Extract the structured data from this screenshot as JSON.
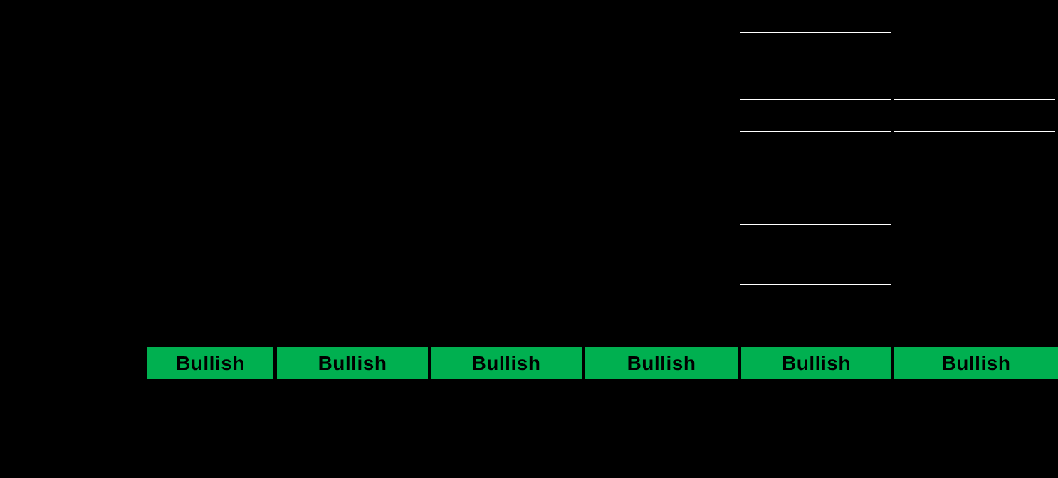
{
  "colors": {
    "background": "#000000",
    "bullish_fill": "#00B050",
    "cell_text": "#000000",
    "border_line": "#FFFFFF"
  },
  "sentiment_row": {
    "cells": [
      {
        "label": "Bullish"
      },
      {
        "label": "Bullish"
      },
      {
        "label": "Bullish"
      },
      {
        "label": "Bullish"
      },
      {
        "label": "Bullish"
      },
      {
        "label": "Bullish"
      }
    ]
  }
}
